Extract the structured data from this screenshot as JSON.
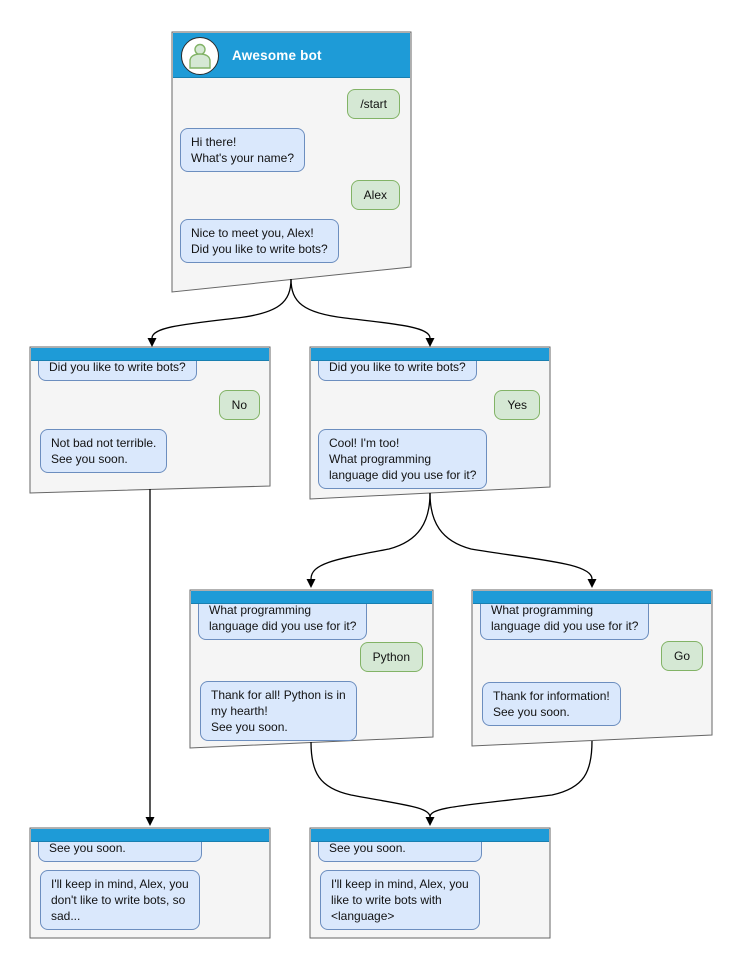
{
  "colors": {
    "titlebar_blue": "#1E9BD7",
    "window_fill": "#F5F5F5",
    "window_border": "#666666",
    "bot_bubble_fill": "#DAE8FC",
    "bot_bubble_border": "#6C8EBF",
    "user_bubble_fill": "#D5E8D4",
    "user_bubble_border": "#82B366",
    "arrow_color": "#000000"
  },
  "main_window": {
    "title": "Awesome bot",
    "avatar_icon": "person-icon",
    "messages": [
      {
        "sender": "user",
        "text": "/start"
      },
      {
        "sender": "bot",
        "text": "Hi there!\nWhat's your name?"
      },
      {
        "sender": "user",
        "text": "Alex"
      },
      {
        "sender": "bot",
        "text": "Nice to meet you, Alex!\nDid you like to write bots?"
      }
    ]
  },
  "no_branch_window": {
    "messages": [
      {
        "sender": "bot",
        "text": "Did you like to write bots?"
      },
      {
        "sender": "user",
        "text": "No"
      },
      {
        "sender": "bot",
        "text": "Not bad not terrible.\nSee you soon."
      }
    ]
  },
  "yes_branch_window": {
    "messages": [
      {
        "sender": "bot",
        "text": "Did you like to write bots?"
      },
      {
        "sender": "user",
        "text": "Yes"
      },
      {
        "sender": "bot",
        "text": "Cool! I'm too!\nWhat programming\nlanguage did you use for it?"
      }
    ]
  },
  "python_branch_window": {
    "messages": [
      {
        "sender": "bot",
        "text": "What programming\nlanguage did you use for it?"
      },
      {
        "sender": "user",
        "text": "Python"
      },
      {
        "sender": "bot",
        "text": "Thank for all! Python is in\nmy hearth!\nSee you soon."
      }
    ]
  },
  "go_branch_window": {
    "messages": [
      {
        "sender": "bot",
        "text": "What programming\nlanguage did you use for it?"
      },
      {
        "sender": "user",
        "text": "Go"
      },
      {
        "sender": "bot",
        "text": "Thank for information!\nSee you soon."
      }
    ]
  },
  "end_no_window": {
    "messages": [
      {
        "sender": "bot",
        "text": "See you soon."
      },
      {
        "sender": "bot",
        "text": "I'll keep in mind, Alex, you\ndon't like to write bots, so\nsad..."
      }
    ]
  },
  "end_yes_window": {
    "messages": [
      {
        "sender": "bot",
        "text": "See you soon."
      },
      {
        "sender": "bot",
        "text": "I'll keep in mind, Alex, you\nlike to write bots with\n<language>"
      }
    ]
  }
}
